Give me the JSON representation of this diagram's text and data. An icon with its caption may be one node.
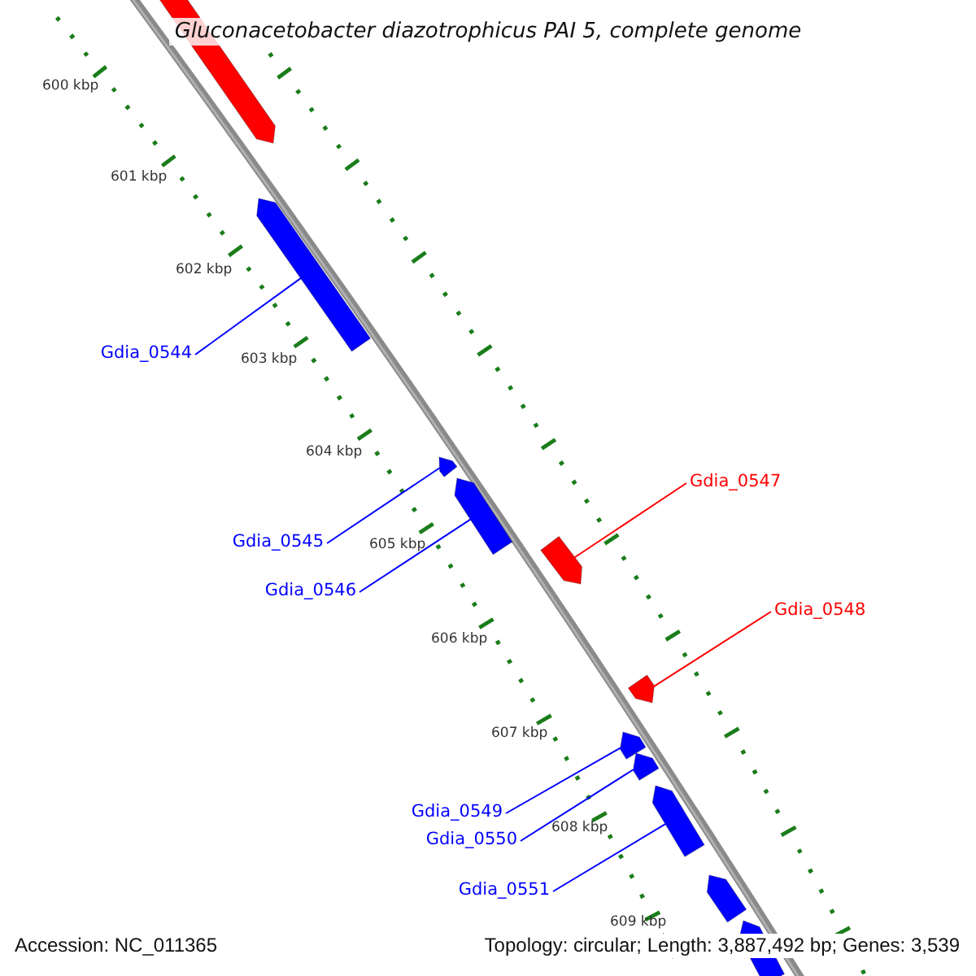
{
  "diagram": {
    "title": "Gluconacetobacter diazotrophicus PAI 5, complete genome",
    "nodes": [
      {
        "text": [],
        "shape": "arrow"
      },
      {
        "text": [],
        "shape": "arrow"
      },
      {
        "text": [],
        "shape": "arrow"
      },
      {
        "text": [],
        "shape": "arrow"
      },
      {
        "text": [],
        "shape": "arrow"
      },
      {
        "text": [],
        "shape": "arrow"
      },
      {
        "text": [],
        "shape": "arrow"
      },
      {
        "text": [],
        "shape": "arrow"
      },
      {
        "text": [],
        "shape": "arrow"
      },
      {
        "text": [],
        "shape": "arrow"
      },
      {
        "text": [],
        "shape": "arrow"
      },
      {
        "text": [
          "Gdia_0544"
        ]
      },
      {
        "text": [
          "Gdia_0547"
        ]
      },
      {
        "text": [
          "Gdia_0545"
        ]
      },
      {
        "text": [
          "Gdia_0546"
        ]
      },
      {
        "text": [
          "Gdia_0548"
        ]
      },
      {
        "text": [
          "Gdia_0549"
        ]
      },
      {
        "text": [
          "Gdia_0550"
        ]
      },
      {
        "text": [
          "Gdia_0551"
        ]
      }
    ],
    "edges": [
      {
        "from": 11,
        "to": 1,
        "arrow": "none"
      },
      {
        "from": 12,
        "to": 4,
        "arrow": "none",
        "color": "#ff0000"
      },
      {
        "from": 13,
        "to": 2,
        "arrow": "none"
      },
      {
        "from": 14,
        "to": 3,
        "arrow": "none"
      },
      {
        "from": 15,
        "to": 5,
        "arrow": "none",
        "color": "#ff0000"
      },
      {
        "from": 16,
        "to": 6,
        "arrow": "none"
      },
      {
        "from": 17,
        "to": 7,
        "arrow": "none"
      },
      {
        "from": 18,
        "to": 8,
        "arrow": "none"
      }
    ],
    "labels": [
      "600 kbp",
      "601 kbp",
      "602 kbp",
      "603 kbp",
      "604 kbp",
      "605 kbp",
      "606 kbp",
      "607 kbp",
      "608 kbp",
      "609 kbp",
      "Accession: NC_011365",
      "Topology: circular; Length: 3,887,492 bp; Genes: 3,539"
    ]
  }
}
